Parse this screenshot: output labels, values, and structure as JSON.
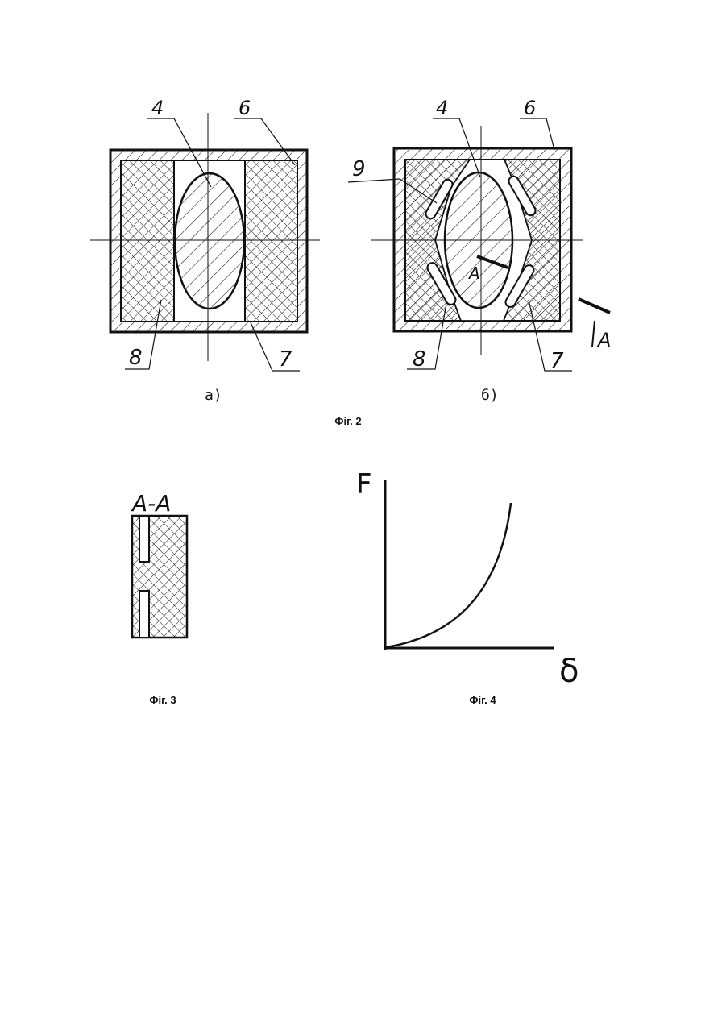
{
  "fig2": {
    "caption": "Фіг. 2",
    "a": {
      "sublabel": "а)",
      "labels": {
        "l4": "4",
        "l6": "6",
        "l7": "7",
        "l8": "8"
      }
    },
    "b": {
      "sublabel": "б)",
      "labels": {
        "l4": "4",
        "l6": "6",
        "l7": "7",
        "l8": "8",
        "l9": "9",
        "section_a": "A",
        "section_a2": "A"
      }
    }
  },
  "fig3": {
    "caption": "Фіг. 3",
    "section_title": "A-A"
  },
  "fig4": {
    "caption": "Фіг. 4",
    "y_axis_label": "F",
    "x_axis_label": "δ"
  },
  "colors": {
    "ink": "#111111",
    "paper": "#ffffff"
  }
}
